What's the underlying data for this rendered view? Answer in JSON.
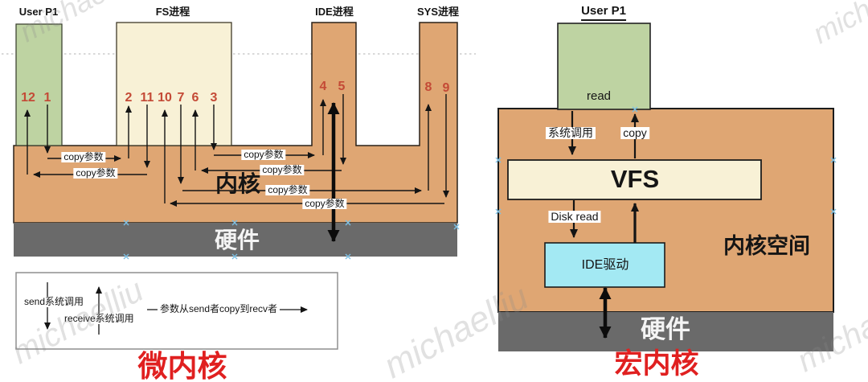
{
  "left": {
    "caption": "微内核",
    "top_labels": [
      "User P1",
      "FS进程",
      "IDE进程",
      "SYS进程"
    ],
    "kernel_label": "内核",
    "hardware_label": "硬件",
    "copy_label": "copy参数",
    "numbers": [
      "12",
      "1",
      "2",
      "11",
      "10",
      "7",
      "6",
      "3",
      "4",
      "5",
      "8",
      "9"
    ],
    "legend": {
      "send": "send系统调用",
      "receive": "receive系统调用",
      "copy": "参数从send者copy到recv者"
    }
  },
  "right": {
    "caption": "宏内核",
    "process_label": "User P1",
    "read_label": "read",
    "syscall_label": "系统调用",
    "copy_label": "copy",
    "vfs_label": "VFS",
    "disk_read_label": "Disk read",
    "ide_driver_label": "IDE驱动",
    "kernel_space_label": "内核空间",
    "hardware_label": "硬件"
  },
  "watermark": "michaelliu",
  "colors": {
    "kernel_tan": "#dfa673",
    "process_green": "#bed3a2",
    "box_cream": "#f8f1d6",
    "ide_cyan": "#a3e9f3",
    "hardware_gray": "#6a6a6a",
    "caption_red": "#e02020",
    "number_red": "#c44a36",
    "handle_blue": "#7cc0e4"
  }
}
